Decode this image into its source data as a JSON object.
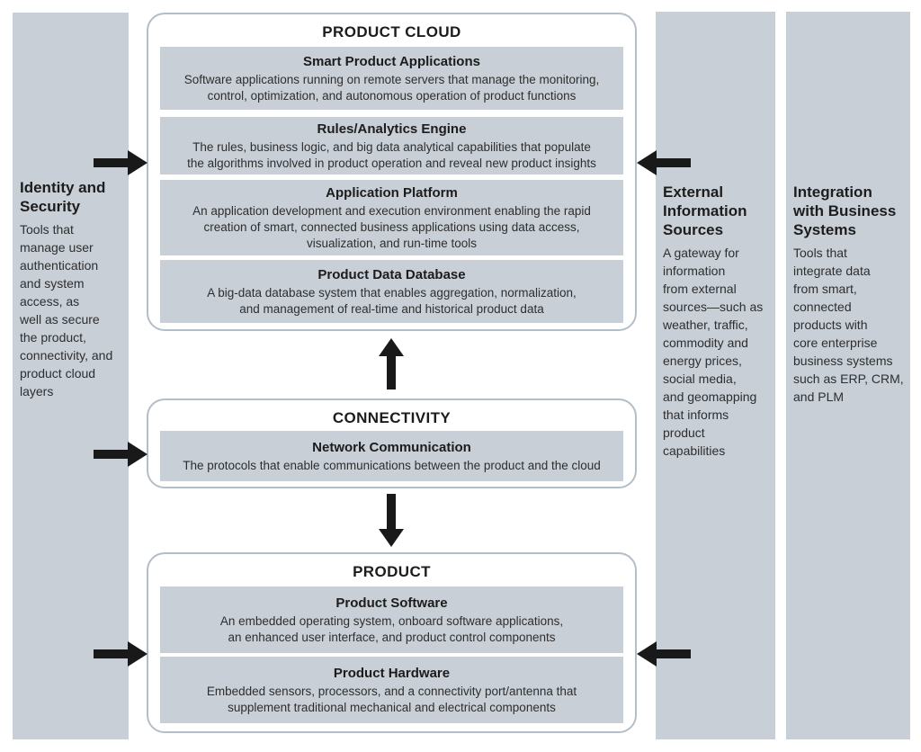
{
  "colors": {
    "panel_bg": "#c8cfd7",
    "inner_layer_bg": "#c8cfd7",
    "box_outline": "#b3bec9",
    "arrow": "#191919",
    "heading_text": "#1c1c1c",
    "body_text": "#2e2e2e",
    "background": "#ffffff"
  },
  "icons": [
    "right-arrow-icon",
    "left-arrow-icon",
    "up-arrow-icon",
    "down-arrow-icon"
  ],
  "left_panel": {
    "heading": "Identity and\nSecurity",
    "body": "Tools that\nmanage user\nauthentication\nand system\naccess, as\nwell as secure\nthe product,\nconnectivity, and\nproduct cloud\nlayers"
  },
  "stack": [
    {
      "title": "PRODUCT CLOUD",
      "layers": [
        {
          "heading": "Smart Product Applications",
          "body": "Software applications running on remote servers that manage the monitoring,\ncontrol, optimization, and autonomous operation of product functions"
        },
        {
          "heading": "Rules/Analytics Engine",
          "body": "The rules, business logic, and big data analytical capabilities that populate\nthe algorithms involved in product operation and reveal new product insights"
        },
        {
          "heading": "Application Platform",
          "body": "An application development and execution environment enabling the rapid\ncreation of smart, connected business applications using data access,\nvisualization, and run-time tools"
        },
        {
          "heading": "Product Data Database",
          "body": "A big-data database system that enables aggregation, normalization,\nand management of real-time and historical product data"
        }
      ]
    },
    {
      "title": "CONNECTIVITY",
      "layers": [
        {
          "heading": "Network Communication",
          "body": "The protocols that enable communications between the product and the cloud"
        }
      ]
    },
    {
      "title": "PRODUCT",
      "layers": [
        {
          "heading": "Product Software",
          "body": "An embedded operating system, onboard software applications,\nan enhanced user interface, and product control components"
        },
        {
          "heading": "Product Hardware",
          "body": "Embedded sensors, processors, and a connectivity port/antenna that\nsupplement traditional mechanical and electrical components"
        }
      ]
    }
  ],
  "right_panels": [
    {
      "heading": "External\nInformation\nSources",
      "body": "A gateway for\ninformation\nfrom external\nsources—such as\nweather, traffic,\ncommodity and\nenergy prices,\nsocial media,\nand geomapping\nthat informs\nproduct\ncapabilities"
    },
    {
      "heading": "Integration\nwith Business\nSystems",
      "body": "Tools that\nintegrate data\nfrom smart,\nconnected\nproducts with\ncore enterprise\nbusiness systems\nsuch as ERP, CRM,\nand PLM"
    }
  ]
}
